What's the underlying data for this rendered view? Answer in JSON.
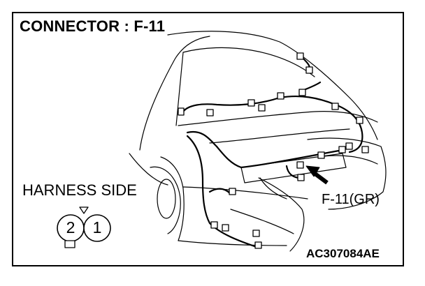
{
  "diagram": {
    "title": "CONNECTOR : F-11",
    "harness_label": "HARNESS SIDE",
    "connector_label": "F-11(GR)",
    "figure_code": "AC307084AE",
    "pins": [
      "2",
      "1"
    ]
  }
}
